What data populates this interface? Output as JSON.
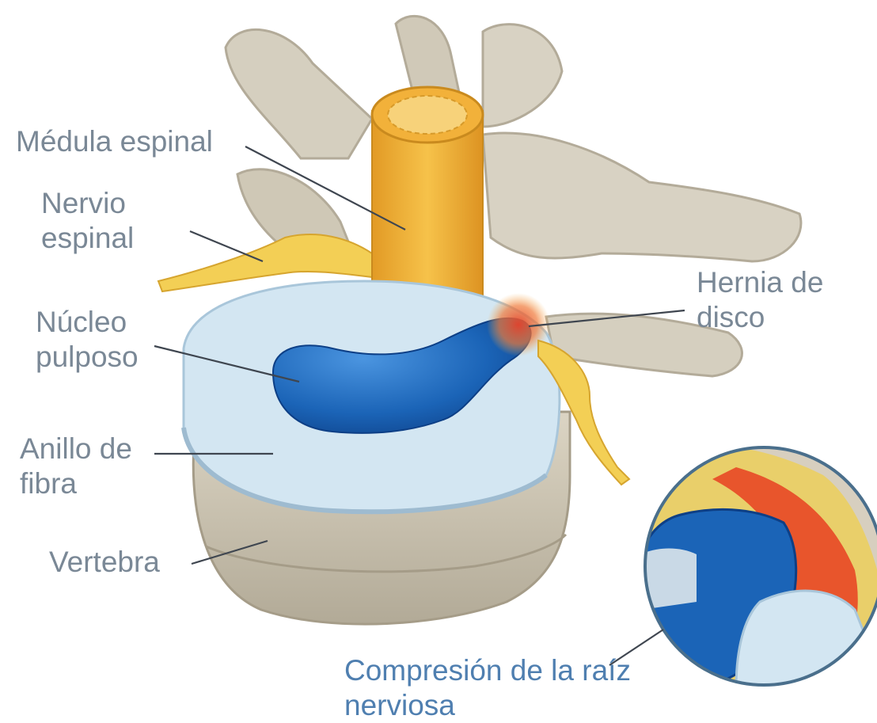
{
  "labels": {
    "medula": {
      "line1": "Médula espinal"
    },
    "nervio": {
      "line1": "Nervio",
      "line2": "espinal"
    },
    "nucleo": {
      "line1": "Núcleo",
      "line2": "pulposo"
    },
    "anillo": {
      "line1": "Anillo de",
      "line2": "fibra"
    },
    "vertebra": {
      "line1": "Vertebra"
    },
    "hernia": {
      "line1": "Hernia de",
      "line2": "disco"
    },
    "compresion": {
      "line1": "Compresión de la raíz",
      "line2": "nerviosa"
    }
  },
  "colors": {
    "bone": "#d8d2c3",
    "bone_shadow": "#b3ab99",
    "spinal_cord": "#f0b43a",
    "nerve": "#f3cf55",
    "disc_ring": "#d3e6f2",
    "nucleus": "#1b64b7",
    "hernia": "#e8442a",
    "label_gray": "#7a8896",
    "label_blue": "#4f7fb0",
    "leader_line": "#3f4650"
  }
}
